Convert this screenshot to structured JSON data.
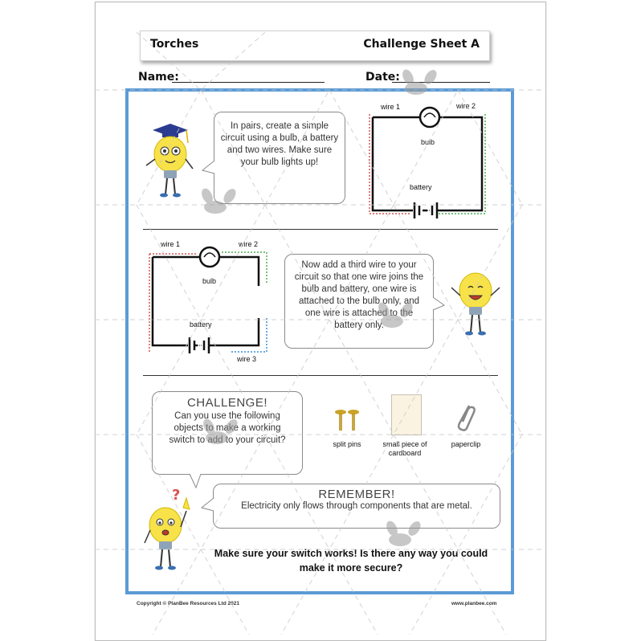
{
  "header": {
    "title": "Torches",
    "sheet": "Challenge Sheet A",
    "name_label": "Name:",
    "date_label": "Date:"
  },
  "section1": {
    "instructions": "In pairs, create a simple circuit using a bulb, a battery and two wires. Make sure your bulb lights up!",
    "diagram": {
      "wire1": "wire 1",
      "wire2": "wire 2",
      "bulb": "bulb",
      "battery": "battery"
    }
  },
  "section2": {
    "instructions": "Now add a third wire to your circuit so that one wire joins the bulb and battery, one wire is attached to the bulb only, and one wire is attached to the battery only.",
    "diagram": {
      "wire1": "wire 1",
      "wire2": "wire 2",
      "bulb": "bulb",
      "battery": "battery",
      "wire3": "wire 3"
    }
  },
  "challenge": {
    "title": "CHALLENGE!",
    "text": "Can you use the following objects to make a working switch to add to your circuit?",
    "materials": [
      "split pins",
      "small piece of cardboard",
      "paperclip"
    ]
  },
  "remember": {
    "title": "REMEMBER!",
    "text": "Electricity only flows through components that are metal."
  },
  "closing_question": "Make sure your switch works! Is there any way you could make it more secure?",
  "footer": {
    "copyright": "Copyright © PlanBee Resources Ltd 2021",
    "website": "www.planbee.com"
  },
  "colors": {
    "frame": "#5b9bd5",
    "wire_red": "#d9534f",
    "wire_green": "#4caf50",
    "wire_blue": "#3f8fd8",
    "bulb_yellow": "#f7e24a"
  }
}
